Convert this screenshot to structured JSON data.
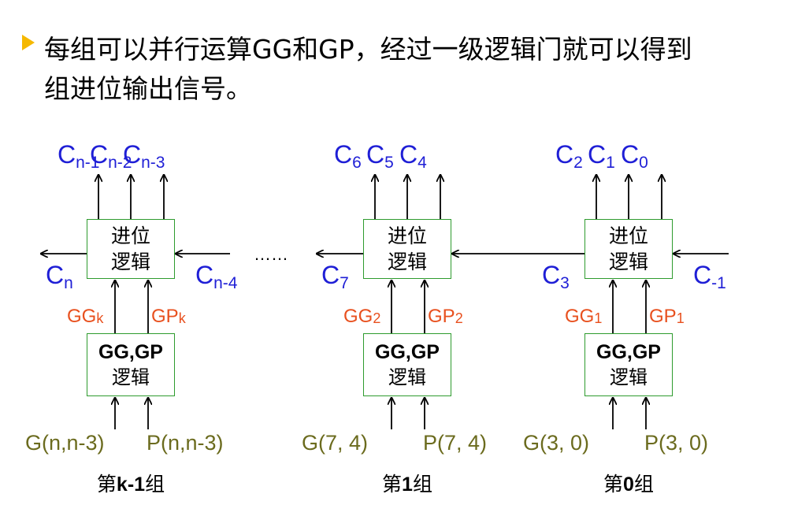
{
  "heading": {
    "line1": "每组可以并行运算GG和GP，经过一级逻辑门就可以得到",
    "line2": "组进位输出信号。"
  },
  "carry_logic": {
    "line1": "进位",
    "line2": "逻辑"
  },
  "gg_logic": {
    "line1": "GG,GP",
    "line2": "逻辑"
  },
  "ellipsis": "……",
  "groups": [
    {
      "name": "第k-1组",
      "name_prefix": "第",
      "name_bold": "k-1",
      "name_suffix": "组",
      "carries_top": [
        {
          "base": "C",
          "sub": "n-1"
        },
        {
          "base": "C",
          "sub": "n-2"
        },
        {
          "base": "C",
          "sub": "n-3"
        }
      ],
      "carry_out": {
        "base": "C",
        "sub": "n"
      },
      "carry_in": {
        "base": "C",
        "sub": "n-4"
      },
      "gg": {
        "base": "GG",
        "sub": "k"
      },
      "gp": {
        "base": "GP",
        "sub": "k"
      },
      "g_input": "G(n,n-3)",
      "p_input": "P(n,n-3)"
    },
    {
      "name": "第1组",
      "name_prefix": "第",
      "name_bold": "1",
      "name_suffix": "组",
      "carries_top": [
        {
          "base": "C",
          "sub": "6"
        },
        {
          "base": "C",
          "sub": "5"
        },
        {
          "base": "C",
          "sub": "4"
        }
      ],
      "carry_out": {
        "base": "C",
        "sub": "7"
      },
      "carry_in": {
        "base": "C",
        "sub": "3"
      },
      "gg": {
        "base": "GG",
        "sub": "2"
      },
      "gp": {
        "base": "GP",
        "sub": "2"
      },
      "g_input": "G(7, 4)",
      "p_input": "P(7, 4)"
    },
    {
      "name": "第0组",
      "name_prefix": "第",
      "name_bold": "0",
      "name_suffix": "组",
      "carries_top": [
        {
          "base": "C",
          "sub": "2"
        },
        {
          "base": "C",
          "sub": "1"
        },
        {
          "base": "C",
          "sub": "0"
        }
      ],
      "carry_out": null,
      "carry_in": {
        "base": "C",
        "sub": "-1"
      },
      "gg": {
        "base": "GG",
        "sub": "1"
      },
      "gp": {
        "base": "GP",
        "sub": "1"
      },
      "g_input": "G(3, 0)",
      "p_input": "P(3, 0)"
    }
  ],
  "colors": {
    "carry_label": "#1f1fd6",
    "group_signal": "#e8501e",
    "input_label": "#6b6b1e",
    "box_border": "#2e9b2e",
    "bullet": "#f5b800"
  }
}
